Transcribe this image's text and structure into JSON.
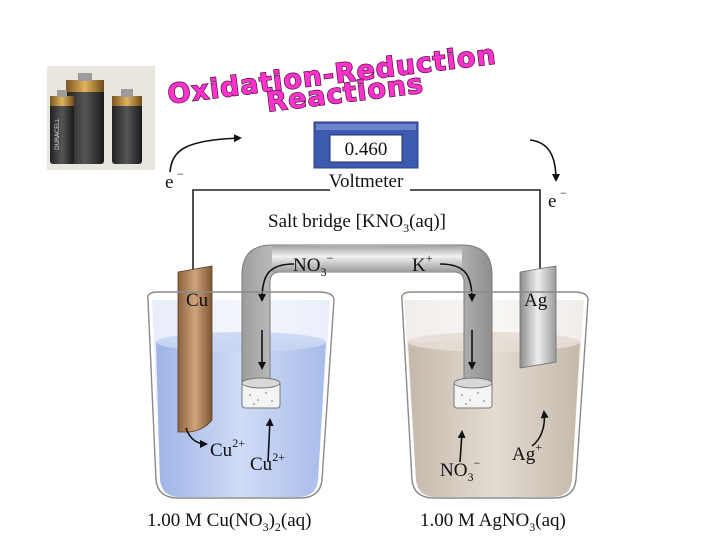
{
  "title": {
    "line1": "Oxidation-Reduction",
    "line2": "Reactions"
  },
  "battery_photo": {
    "brand": "DURACELL",
    "icon": "batteries-photo"
  },
  "voltmeter": {
    "reading": "0.460",
    "label": "Voltmeter"
  },
  "electron_labels": {
    "left": "e",
    "right": "e",
    "charge": "−"
  },
  "salt_bridge": {
    "label_prefix": "Salt bridge [KNO",
    "label_sub": "3",
    "label_suffix": "(aq)]",
    "anion_base": "NO",
    "anion_sub": "3",
    "anion_charge": "−",
    "cation_base": "K",
    "cation_charge": "+"
  },
  "left_cell": {
    "electrode": "Cu",
    "ion1_base": "Cu",
    "ion1_charge": "2+",
    "ion2_base": "Cu",
    "ion2_charge": "2+",
    "solution_prefix": "1.00 M Cu(NO",
    "solution_sub1": "3",
    "solution_mid": ")",
    "solution_sub2": "2",
    "solution_suffix": "(aq)"
  },
  "right_cell": {
    "electrode": "Ag",
    "ion1_base": "Ag",
    "ion1_charge": "+",
    "ion2_base": "NO",
    "ion2_sub": "3",
    "ion2_charge": "−",
    "solution_prefix": "1.00 M AgNO",
    "solution_sub": "3",
    "solution_suffix": "(aq)"
  },
  "colors": {
    "title_fill": "#ff33cc",
    "left_solution": "#b9c9ee",
    "right_solution": "#d6ccc1",
    "copper": "#b98a5e",
    "silver": "#c9c9c9",
    "voltmeter_blue": "#3d5ab1"
  }
}
